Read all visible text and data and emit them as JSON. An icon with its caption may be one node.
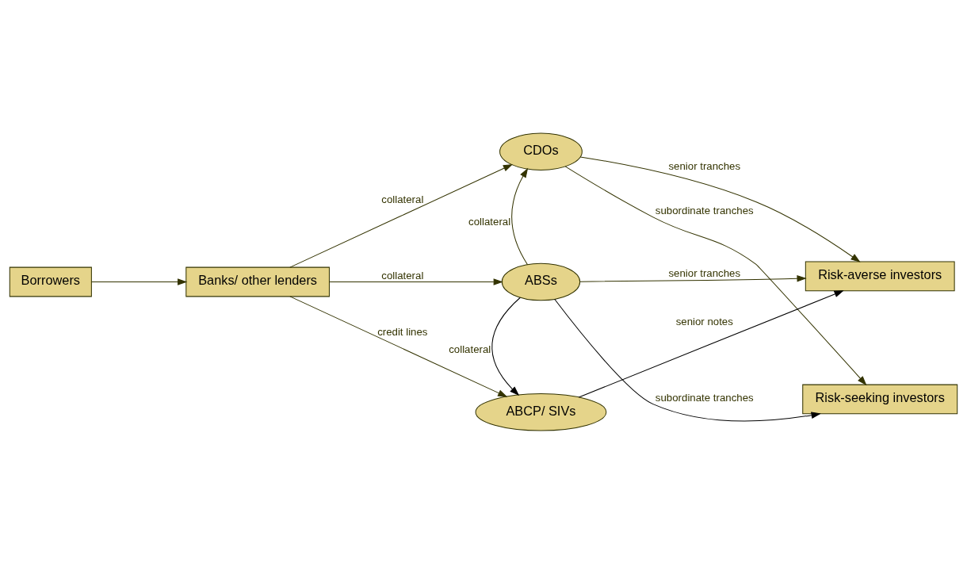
{
  "diagram": {
    "nodes": [
      {
        "text": [
          "Borrowers"
        ]
      },
      {
        "text": [
          "Banks/ other lenders"
        ]
      },
      {
        "text": [
          "CDOs"
        ]
      },
      {
        "text": [
          "ABSs"
        ]
      },
      {
        "text": [
          "ABCP/ SIVs"
        ]
      },
      {
        "text": [
          "Risk-averse investors"
        ]
      },
      {
        "text": [
          "Risk-seeking investors"
        ]
      }
    ],
    "edges": [
      {
        "from": 0,
        "to": 1,
        "arrow": "to"
      },
      {
        "from": 1,
        "to": 2,
        "arrow": "to",
        "label": "collateral"
      },
      {
        "from": 3,
        "to": 2,
        "arrow": "to",
        "label": "collateral"
      },
      {
        "from": 1,
        "to": 3,
        "arrow": "to",
        "label": "collateral"
      },
      {
        "from": 1,
        "to": 4,
        "arrow": "to",
        "label": "credit lines"
      },
      {
        "from": 3,
        "to": 4,
        "arrow": "to",
        "label": "collateral",
        "color": "#000000"
      },
      {
        "from": 2,
        "to": 5,
        "arrow": "to",
        "label": "senior tranches"
      },
      {
        "from": 3,
        "to": 5,
        "arrow": "to",
        "label": "senior tranches"
      },
      {
        "from": 2,
        "to": 6,
        "arrow": "to",
        "label": "subordinate tranches"
      },
      {
        "from": 3,
        "to": 6,
        "arrow": "to",
        "label": "subordinate tranches",
        "color": "#000000"
      },
      {
        "from": 4,
        "to": 5,
        "arrow": "to",
        "label": "senior notes",
        "color": "#000000"
      }
    ]
  }
}
